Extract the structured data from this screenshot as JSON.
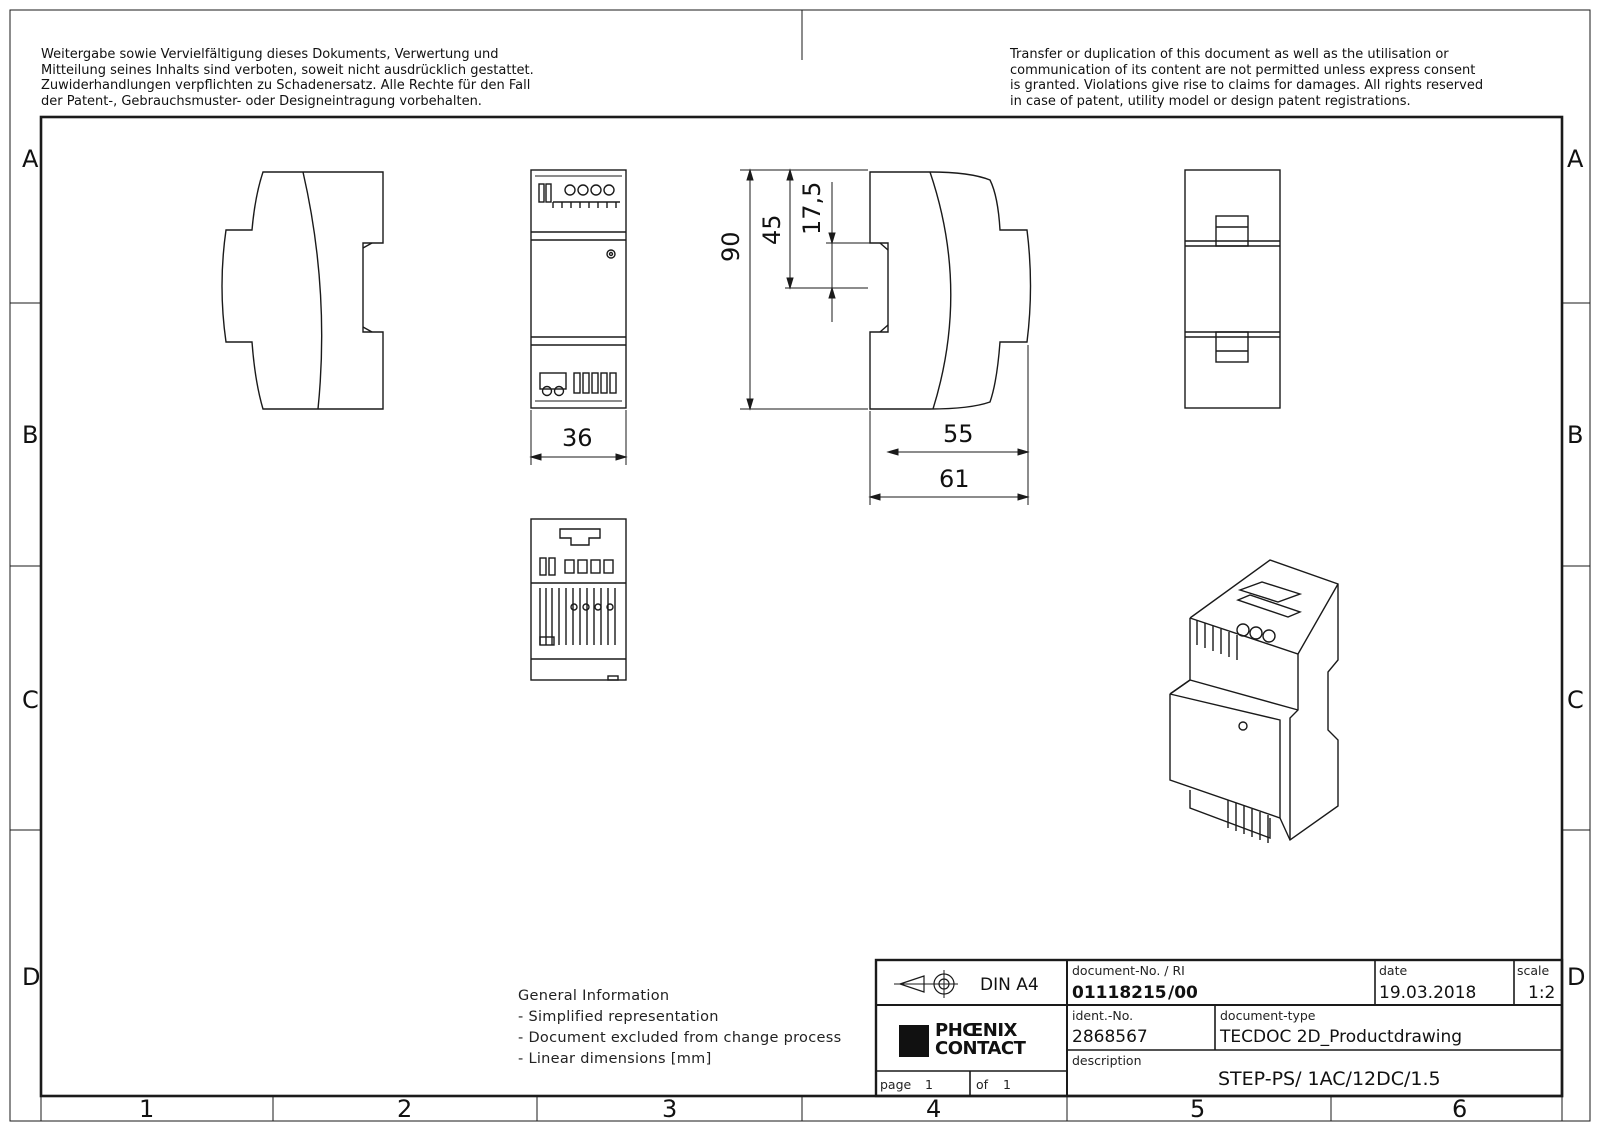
{
  "notices": {
    "german": [
      "Weitergabe sowie Vervielfältigung dieses Dokuments, Verwertung und",
      "Mitteilung seines Inhalts sind verboten, soweit nicht ausdrücklich gestattet.",
      "Zuwiderhandlungen verpflichten zu Schadenersatz. Alle Rechte für den Fall",
      "der Patent-, Gebrauchsmuster- oder Designeintragung vorbehalten."
    ],
    "english": [
      "Transfer or duplication of this document as well as the utilisation or",
      "communication of its content are not permitted unless express consent",
      "is granted. Violations give rise to claims for damages. All rights reserved",
      "in case of patent, utility model or design patent registrations."
    ]
  },
  "zones": {
    "rows": [
      "A",
      "B",
      "C",
      "D"
    ],
    "columns": [
      "1",
      "2",
      "3",
      "4",
      "5",
      "6"
    ]
  },
  "dimensions": {
    "width_front": "36",
    "height_total": "90",
    "height_45": "45",
    "offset_17_5": "17,5",
    "depth_55": "55",
    "depth_61": "61"
  },
  "general_info": {
    "title": "General Information",
    "items": [
      "- Simplified representation",
      "- Document excluded from change process",
      "- Linear dimensions [mm]"
    ]
  },
  "title_block": {
    "format": "DIN A4",
    "document_no_label": "document-No. / RI",
    "document_no": "01118215",
    "revision": "/00",
    "date_label": "date",
    "date": "19.03.2018",
    "scale_label": "scale",
    "scale": "1:2",
    "ident_label": "ident.-No.",
    "ident": "2868567",
    "doctype_label": "document-type",
    "doctype": "TECDOC 2D_Productdrawing",
    "description_label": "description",
    "description": "STEP-PS/ 1AC/12DC/1.5",
    "page_label": "page",
    "page": "1",
    "of_label": "of",
    "of": "1",
    "logo_line1": "PHŒNIX",
    "logo_line2": "CONTACT"
  },
  "colors": {
    "line": "#1a1a1a",
    "background": "#ffffff"
  }
}
